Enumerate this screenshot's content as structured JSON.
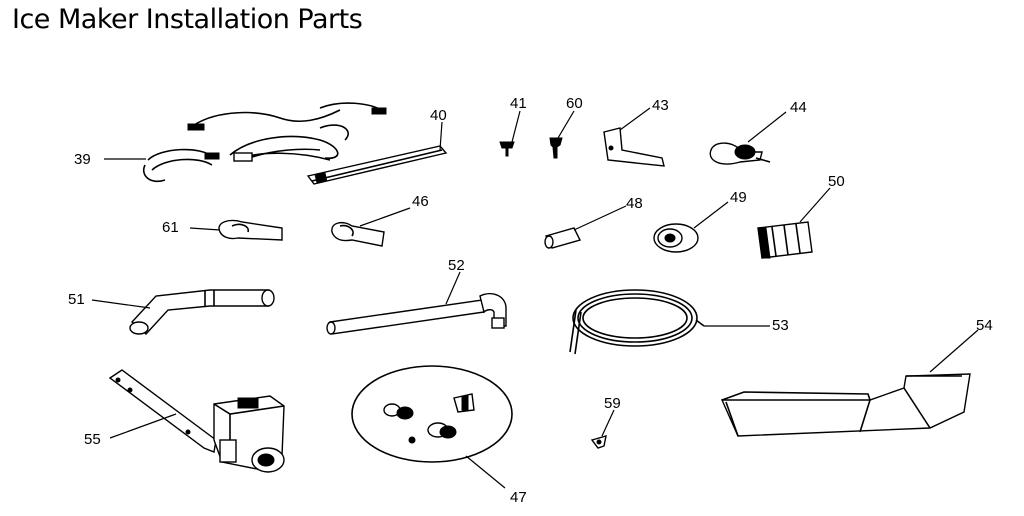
{
  "title": "Ice Maker Installation Parts",
  "parts": [
    {
      "id": "p39",
      "number": "39"
    },
    {
      "id": "p40",
      "number": "40"
    },
    {
      "id": "p41",
      "number": "41"
    },
    {
      "id": "p60",
      "number": "60"
    },
    {
      "id": "p43",
      "number": "43"
    },
    {
      "id": "p44",
      "number": "44"
    },
    {
      "id": "p61",
      "number": "61"
    },
    {
      "id": "p46",
      "number": "46"
    },
    {
      "id": "p48",
      "number": "48"
    },
    {
      "id": "p49",
      "number": "49"
    },
    {
      "id": "p50",
      "number": "50"
    },
    {
      "id": "p51",
      "number": "51"
    },
    {
      "id": "p52",
      "number": "52"
    },
    {
      "id": "p53",
      "number": "53"
    },
    {
      "id": "p54",
      "number": "54"
    },
    {
      "id": "p55",
      "number": "55"
    },
    {
      "id": "p47",
      "number": "47"
    },
    {
      "id": "p59",
      "number": "59"
    }
  ]
}
